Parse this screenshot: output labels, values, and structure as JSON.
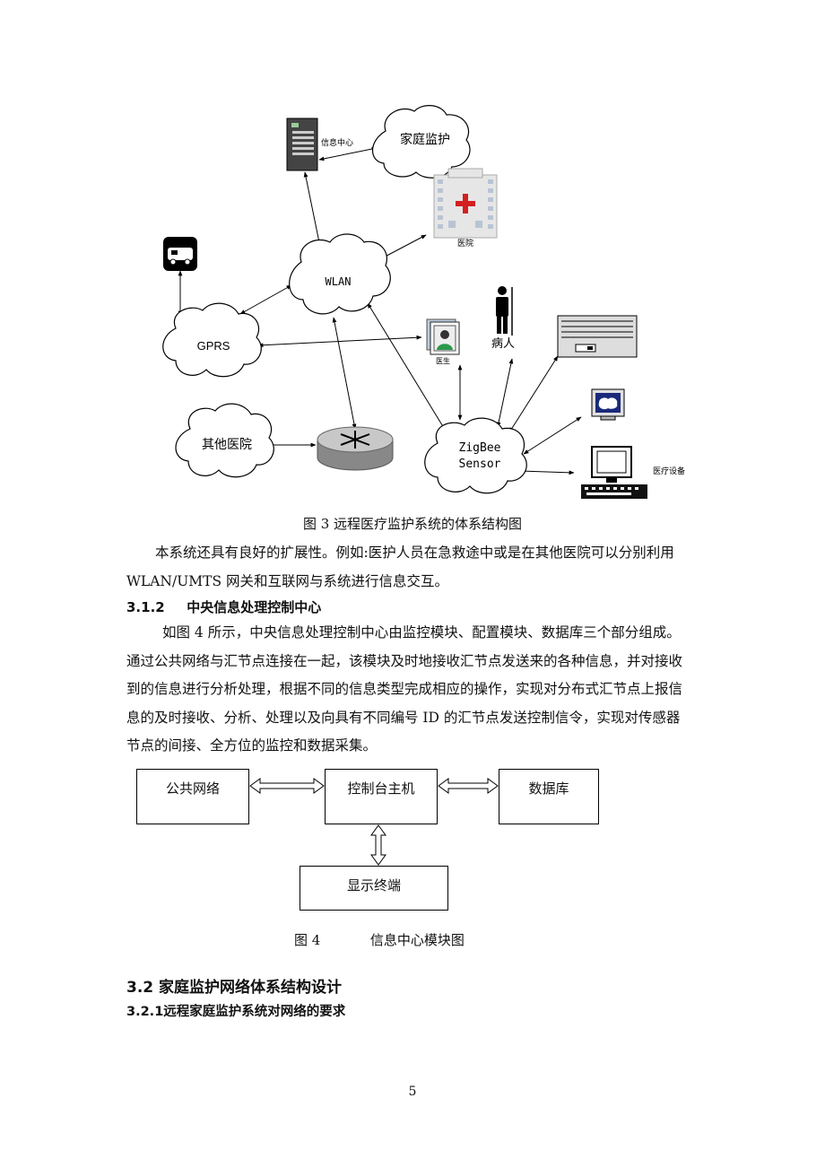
{
  "figure3": {
    "nodes": {
      "info_center": "信息中心",
      "home_monitor": "家庭监护",
      "hospital": "医院",
      "wlan": "WLAN",
      "gprs": "GPRS",
      "doctor": "医生",
      "patient": "病人",
      "other_hospital": "其他医院",
      "zigbee_line1": "ZigBee",
      "zigbee_line2": "Sensor",
      "medical_device": "医疗设备"
    },
    "caption": "图 3 远程医疗监护系统的体系结构图"
  },
  "para1": {
    "lines": [
      "本系统还具有良好的扩展性。例如:医护人员在急救途中或是在其他医院可以分别利用",
      "WLAN/UMTS 网关和互联网与系统进行信息交互。"
    ]
  },
  "section_312": {
    "number": "3.1.2",
    "title": "中央信息处理控制中心"
  },
  "para2": {
    "lines": [
      "如图 4 所示，中央信息处理控制中心由监控模块、配置模块、数据库三个部分组成。",
      "通过公共网络与汇节点连接在一起，该模块及时地接收汇节点发送来的各种信息，并对接收",
      "到的信息进行分析处理，根据不同的信息类型完成相应的操作，实现对分布式汇节点上报信",
      "息的及时接收、分析、处理以及向具有不同编号 ID 的汇节点发送控制信令，实现对传感器",
      "节点的间接、全方位的监控和数据采集。"
    ]
  },
  "figure4": {
    "boxes": {
      "public_network": "公共网络",
      "console_host": "控制台主机",
      "database": "数据库",
      "display_terminal": "显示终端"
    },
    "caption_label": "图 4",
    "caption_title": "信息中心模块图"
  },
  "section_32": {
    "number": "3.2",
    "title": "家庭监护网络体系结构设计"
  },
  "section_321": {
    "number": "3.2.1",
    "title": "远程家庭监护系统对网络的要求"
  },
  "page_number": "5"
}
